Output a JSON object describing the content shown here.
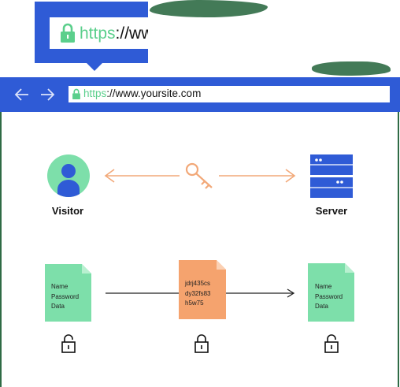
{
  "callout": {
    "scheme": "https",
    "rest": "://www"
  },
  "browser": {
    "back_icon": "arrow-left-icon",
    "forward_icon": "arrow-right-icon",
    "lock_icon": "padlock-closed-icon",
    "url_scheme": "https",
    "url_rest": "://www.yoursite.com"
  },
  "parties": {
    "visitor": "Visitor",
    "server": "Server"
  },
  "key_icon": "key-icon",
  "documents": {
    "left": [
      "Name",
      "Password",
      "Data"
    ],
    "middle": [
      "jdrj435cs",
      "dy32fs83",
      "h5w75"
    ],
    "right": [
      "Name",
      "Password",
      "Data"
    ]
  },
  "lock_icons": [
    "padlock-open-icon",
    "padlock-closed-icon",
    "padlock-open-icon"
  ],
  "colors": {
    "brand_blue": "#2f5bd6",
    "https_green": "#5bcf8c",
    "document_green": "#7ddfaa",
    "encrypted_orange": "#f5a36e",
    "arrow_orange": "#f2a878",
    "avatar_green": "#7ddfaa",
    "avatar_blue": "#2f5bd6"
  }
}
